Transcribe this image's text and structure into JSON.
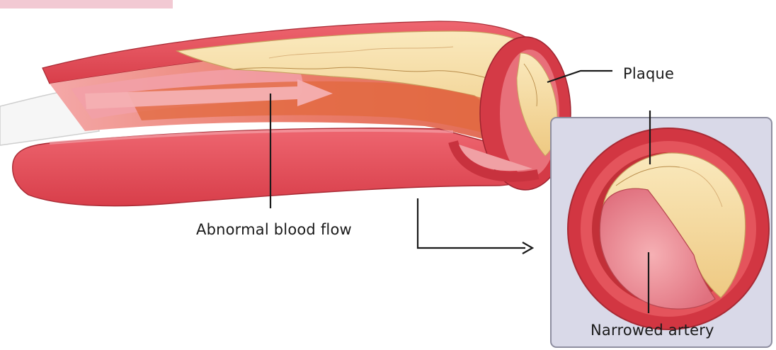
{
  "labels": {
    "plaque": "Plaque",
    "abnormal_flow": "Abnormal blood flow",
    "narrowed_artery": "Narrowed artery"
  },
  "colors": {
    "artery_wall": "#e2505a",
    "artery_wall_dark": "#c8323e",
    "artery_lumen": "#e8736a",
    "plaque": "#f2d28e",
    "plaque_light": "#f8e6b4",
    "inset_panel": "#d8d8e6",
    "inset_border": "#8c8c9c",
    "title_tab": "#f2c9d3",
    "catheter": "#f0f0f0",
    "text": "#1a1a1a"
  }
}
